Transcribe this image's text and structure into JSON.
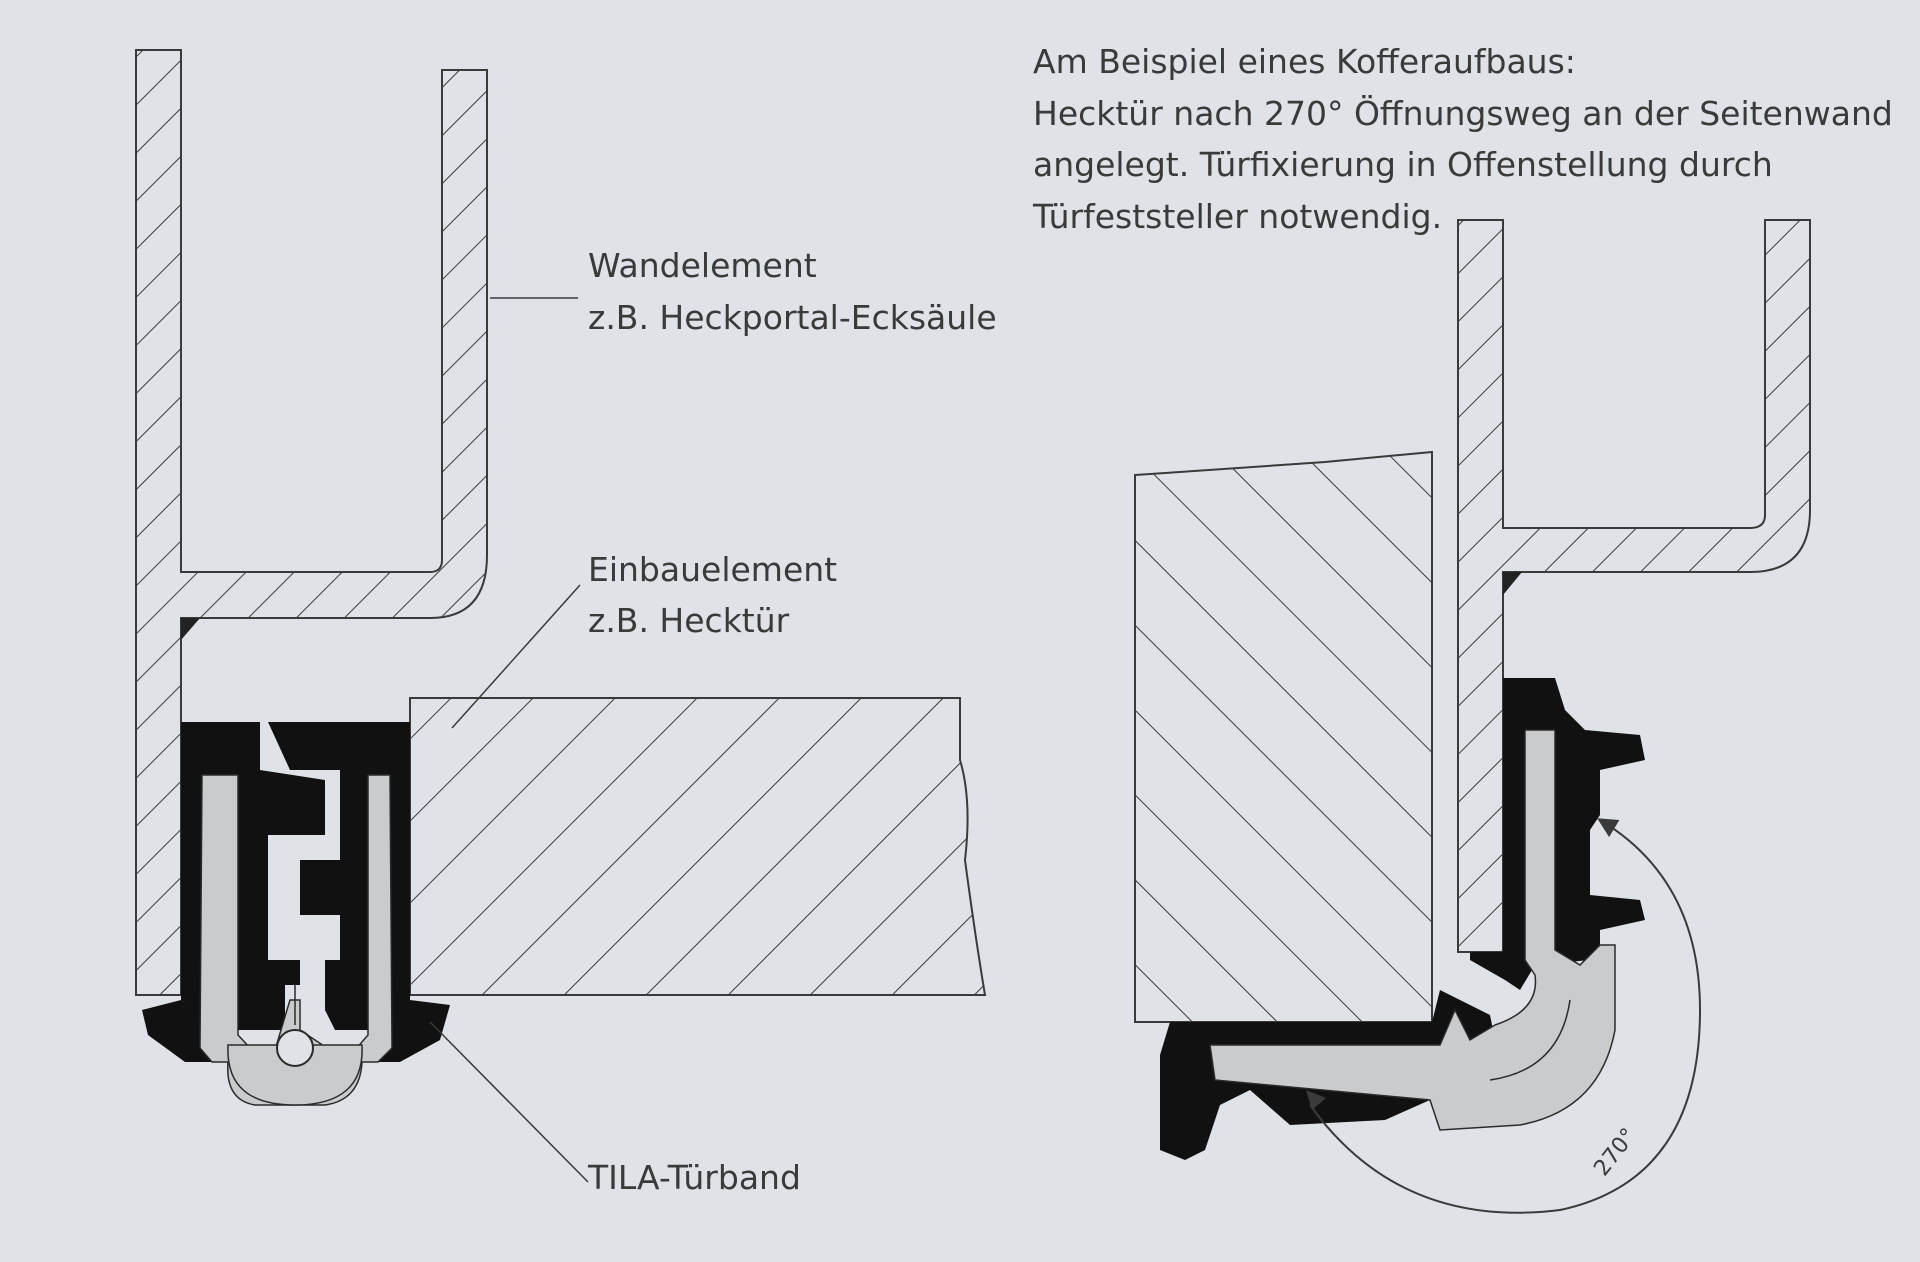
{
  "caption": {
    "line1": "Am Beispiel eines Kofferaufbaus:",
    "line2": "Hecktür nach 270° Öffnungsweg an der Seitenwand",
    "line3": "angelegt. Türfixierung in Offenstellung durch",
    "line4": "Türfeststeller notwendig."
  },
  "labels": {
    "wall_line1": "Wandelement",
    "wall_line2": "z.B. Heckportal-Ecksäule",
    "door_line1": "Einbauelement",
    "door_line2": "z.B. Hecktür",
    "hinge": "TILA-Türband",
    "angle": "270°"
  },
  "colors": {
    "background": "#dfe3e8",
    "line": "#3a3a3a",
    "hinge_body": "#111111",
    "hinge_insert": "#c9cbcd"
  }
}
